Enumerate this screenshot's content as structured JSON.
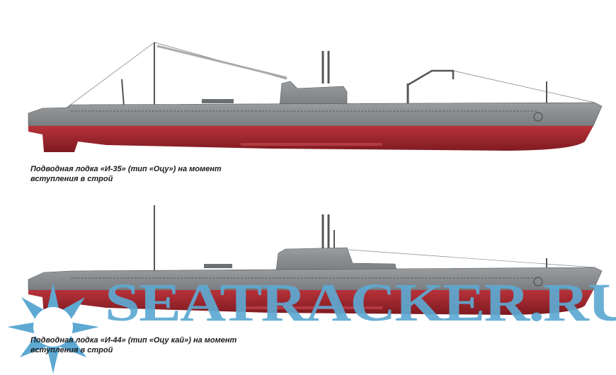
{
  "colors": {
    "hull_grey": "#8b8e91",
    "hull_red": "#a1262d",
    "watermark": "#5ea9d2"
  },
  "submarines": [
    {
      "caption_line1": "Подводная лодка «И-35» (тип «Оцу») на момент",
      "caption_line2": "вступления в строй"
    },
    {
      "caption_line1": "Подводная лодка «И-44» (тип «Оцу кай») на момент",
      "caption_line2": "вступления в строй"
    }
  ],
  "watermark": {
    "text": "SEATRACKER.RU"
  }
}
